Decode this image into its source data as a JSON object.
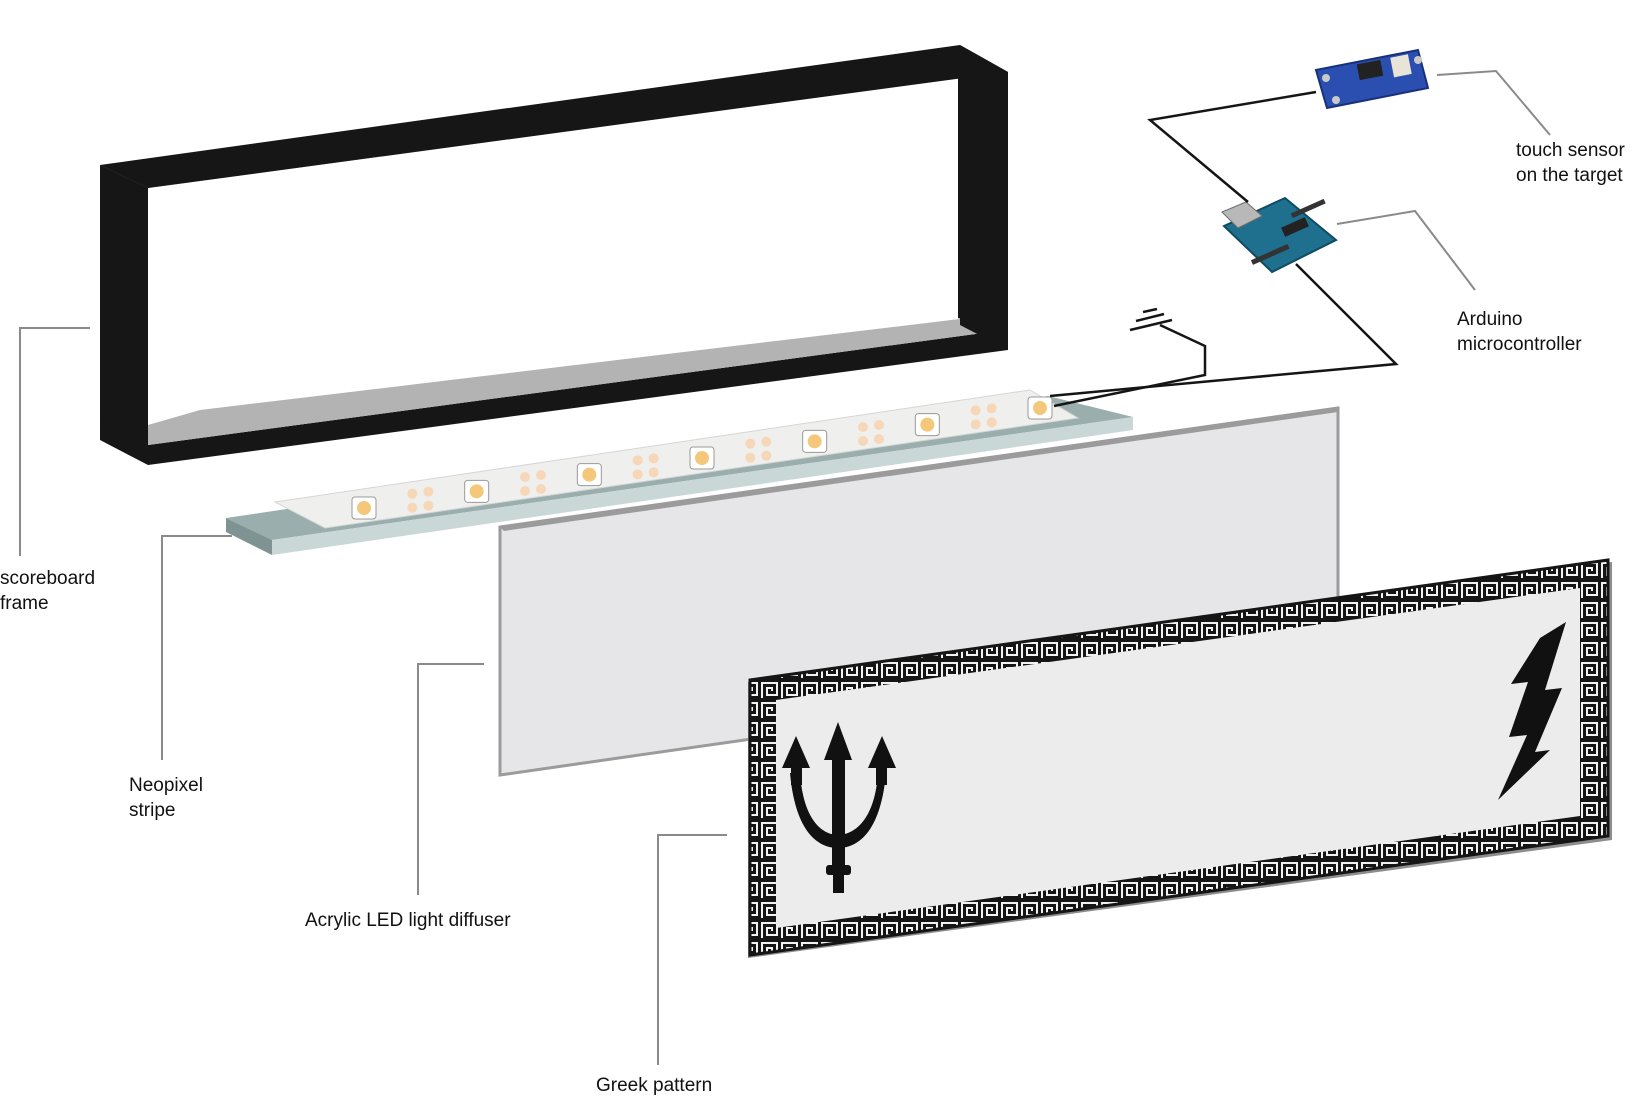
{
  "colors": {
    "frame_dark": "#161616",
    "frame_inner": "#b3b3b3",
    "strip_base": "#9aaeae",
    "strip_pcb": "#efefee",
    "led": "#f4c77a",
    "diffuser": "#e4e4e6",
    "diffuser_edge": "#9b9b9b",
    "panel": "#ececec",
    "ornament": "#151515",
    "wire": "#151515",
    "leader": "#8a8a8a",
    "sensor_board": "#2b4fb0",
    "arduino_board": "#1f6f8f"
  },
  "labels": {
    "touch_sensor": [
      "touch sensor",
      "on the target"
    ],
    "arduino": [
      "Arduino",
      "microcontroller"
    ],
    "frame": [
      "scoreboard",
      "frame"
    ],
    "neopixel": [
      "Neopixel",
      "stripe"
    ],
    "diffuser": [
      "Acrylic LED light diffuser"
    ],
    "greek": [
      "Greek pattern"
    ]
  },
  "icons": {
    "left": "trident-icon",
    "right": "lightning-bolt-icon",
    "ground": "ground-symbol-icon"
  }
}
